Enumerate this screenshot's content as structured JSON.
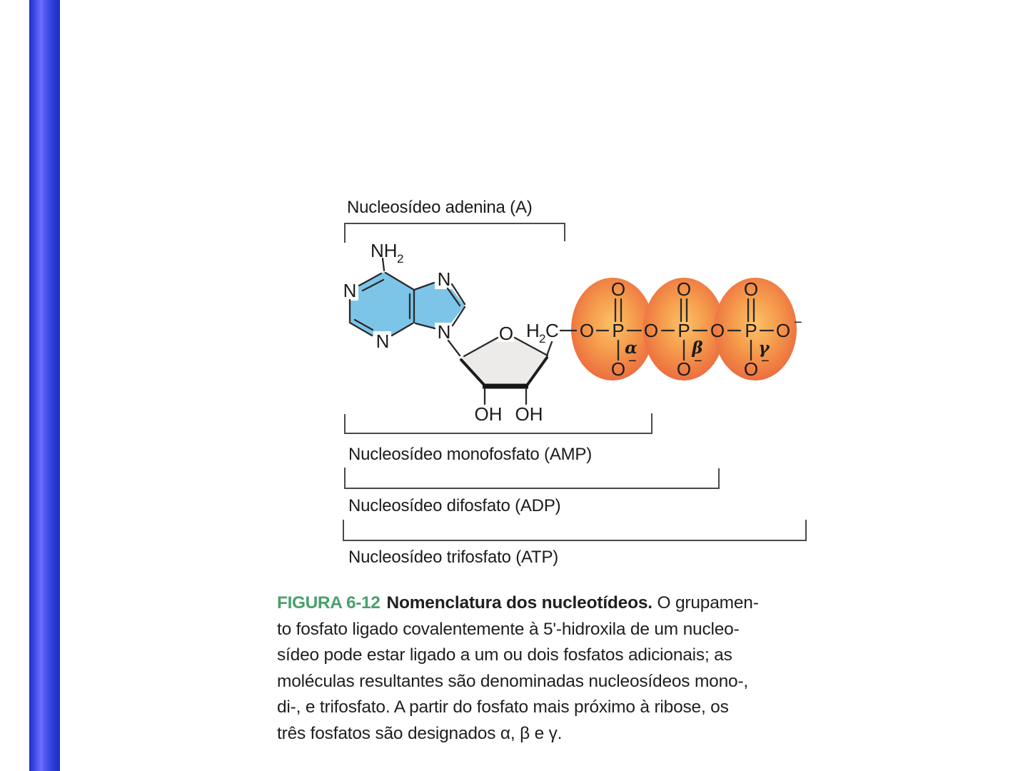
{
  "page": {
    "background": "#ffffff"
  },
  "sidebar": {
    "colors": {
      "edge": "#1d31c9",
      "mid": "#6d70ff"
    }
  },
  "diagram": {
    "bracket_labels": {
      "nucleoside": "Nucleosídeo adenina (A)",
      "amp": "Nucleosídeo monofosfato (AMP)",
      "adp": "Nucleosídeo difosfato (ADP)",
      "atp": "Nucleosídeo trifosfato (ATP)"
    },
    "atoms": {
      "N": "N",
      "O": "O",
      "P": "P",
      "OH": "OH",
      "NH": "NH",
      "H": "H",
      "C": "C",
      "sub2": "2",
      "minus": "−",
      "alpha": "α",
      "beta": "β",
      "gamma": "γ"
    },
    "colors": {
      "adenine_fill": "#7cc5e8",
      "ribose_fill": "#ecebe9",
      "phosphate_center": "#fcc169",
      "phosphate_edge": "#e9653e",
      "bond": "#2a2a2a",
      "bracket": "#4a4a4a"
    }
  },
  "caption": {
    "figure_label": "FIGURA 6-12",
    "figure_label_color": "#4aa06d",
    "title": "Nomenclatura dos nucleotídeos.",
    "line1_rest": "O grupamen-",
    "lines": [
      "to fosfato ligado covalentemente à 5'-hidroxila de um nucleo-",
      "sídeo pode estar ligado a um ou dois fosfatos adicionais; as",
      "moléculas resultantes são denominadas nucleosídeos mono-,",
      "di-, e trifosfato. A partir do fosfato mais próximo à ribose, os",
      "três fosfatos são designados α, β e γ."
    ]
  }
}
